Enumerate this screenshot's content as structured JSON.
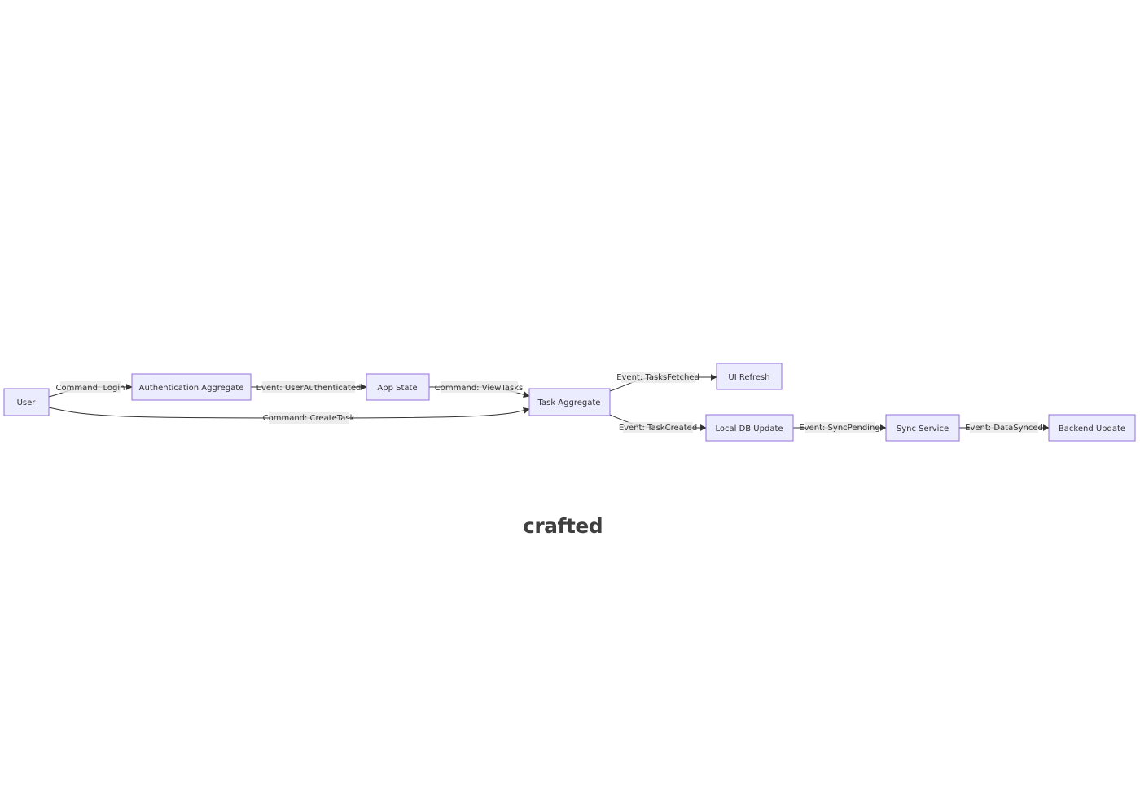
{
  "diagram": {
    "nodes": [
      {
        "id": "user",
        "label": "User"
      },
      {
        "id": "auth",
        "label": "Authentication Aggregate"
      },
      {
        "id": "appstate",
        "label": "App State"
      },
      {
        "id": "task",
        "label": "Task Aggregate"
      },
      {
        "id": "uirefresh",
        "label": "UI Refresh"
      },
      {
        "id": "localdb",
        "label": "Local DB Update"
      },
      {
        "id": "sync",
        "label": "Sync Service"
      },
      {
        "id": "backend",
        "label": "Backend Update"
      }
    ],
    "edges": [
      {
        "id": "e1",
        "from": "user",
        "to": "auth",
        "label": "Command: Login"
      },
      {
        "id": "e2",
        "from": "auth",
        "to": "appstate",
        "label": "Event: UserAuthenticated"
      },
      {
        "id": "e3",
        "from": "appstate",
        "to": "task",
        "label": "Command: ViewTasks"
      },
      {
        "id": "e4",
        "from": "user",
        "to": "task",
        "label": "Command: CreateTask"
      },
      {
        "id": "e5",
        "from": "task",
        "to": "uirefresh",
        "label": "Event: TasksFetched"
      },
      {
        "id": "e6",
        "from": "task",
        "to": "localdb",
        "label": "Event: TaskCreated"
      },
      {
        "id": "e7",
        "from": "localdb",
        "to": "sync",
        "label": "Event: SyncPending"
      },
      {
        "id": "e8",
        "from": "sync",
        "to": "backend",
        "label": "Event: DataSynced"
      }
    ]
  },
  "logo": {
    "text": "crafted"
  }
}
